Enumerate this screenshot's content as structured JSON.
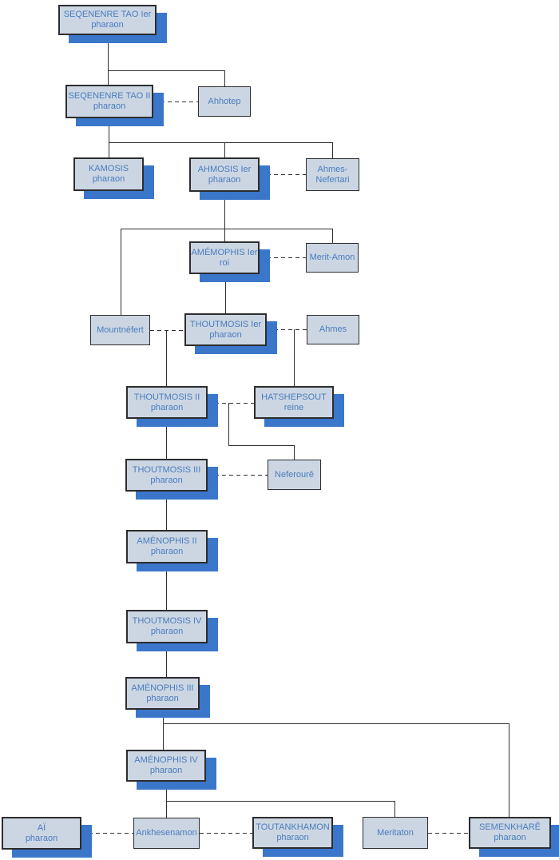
{
  "colors": {
    "background": "#ffffff",
    "node_fill": "#ccd6e3",
    "node_border": "#2d2d2d",
    "node_shadow": "#3a77cb",
    "node_text": "#4a7cbd",
    "line": "#303030"
  },
  "nodes": [
    {
      "id": "seqenenre-tao-i",
      "line1": "SEQENENRE TAO Ier",
      "line2": "pharaon"
    },
    {
      "id": "seqenenre-tao-ii",
      "line1": "SEQENENRE TAO II",
      "line2": "pharaon"
    },
    {
      "id": "ahhotep",
      "line1": "Ahhotep"
    },
    {
      "id": "kamosis",
      "line1": "KAMOSIS",
      "line2": "pharaon"
    },
    {
      "id": "ahmosis-i",
      "line1": "AHMOSIS Ier",
      "line2": "pharaon"
    },
    {
      "id": "ahmes-nefertari",
      "line1": "Ahmes-",
      "line2": "Nefertari"
    },
    {
      "id": "amemophis-i",
      "line1": "AMÉMOPHIS Ier",
      "line2": "roi"
    },
    {
      "id": "merit-amon",
      "line1": "Merit-Amon"
    },
    {
      "id": "mountnefert",
      "line1": "Mountnéfert"
    },
    {
      "id": "thoutmosis-i",
      "line1": "THOUTMOSIS Ier",
      "line2": "pharaon"
    },
    {
      "id": "ahmes",
      "line1": "Ahmes"
    },
    {
      "id": "thoutmosis-ii",
      "line1": "THOUTMOSIS II",
      "line2": "pharaon"
    },
    {
      "id": "hatshepsout",
      "line1": "HATSHEPSOUT",
      "line2": "reine"
    },
    {
      "id": "thoutmosis-iii",
      "line1": "THOUTMOSIS III",
      "line2": "pharaon"
    },
    {
      "id": "neferoure",
      "line1": "Neferourê"
    },
    {
      "id": "amenophis-ii",
      "line1": "AMÉNOPHIS II",
      "line2": "pharaon"
    },
    {
      "id": "thoutmosis-iv",
      "line1": "THOUTMOSIS IV",
      "line2": "pharaon"
    },
    {
      "id": "amenophis-iii",
      "line1": "AMÉNOPHIS III",
      "line2": "pharaon"
    },
    {
      "id": "amenophis-iv",
      "line1": "AMÉNOPHIS IV",
      "line2": "pharaon"
    },
    {
      "id": "ai",
      "line1": "AÏ",
      "line2": "pharaon"
    },
    {
      "id": "ankhesenamon",
      "line1": "Ankhesenamon"
    },
    {
      "id": "toutankhamon",
      "line1": "TOUTANKHAMON",
      "line2": "pharaon"
    },
    {
      "id": "meritaton",
      "line1": "Meritaton"
    },
    {
      "id": "semenkhare",
      "line1": "SEMENKHARÊ",
      "line2": "pharaon"
    }
  ]
}
